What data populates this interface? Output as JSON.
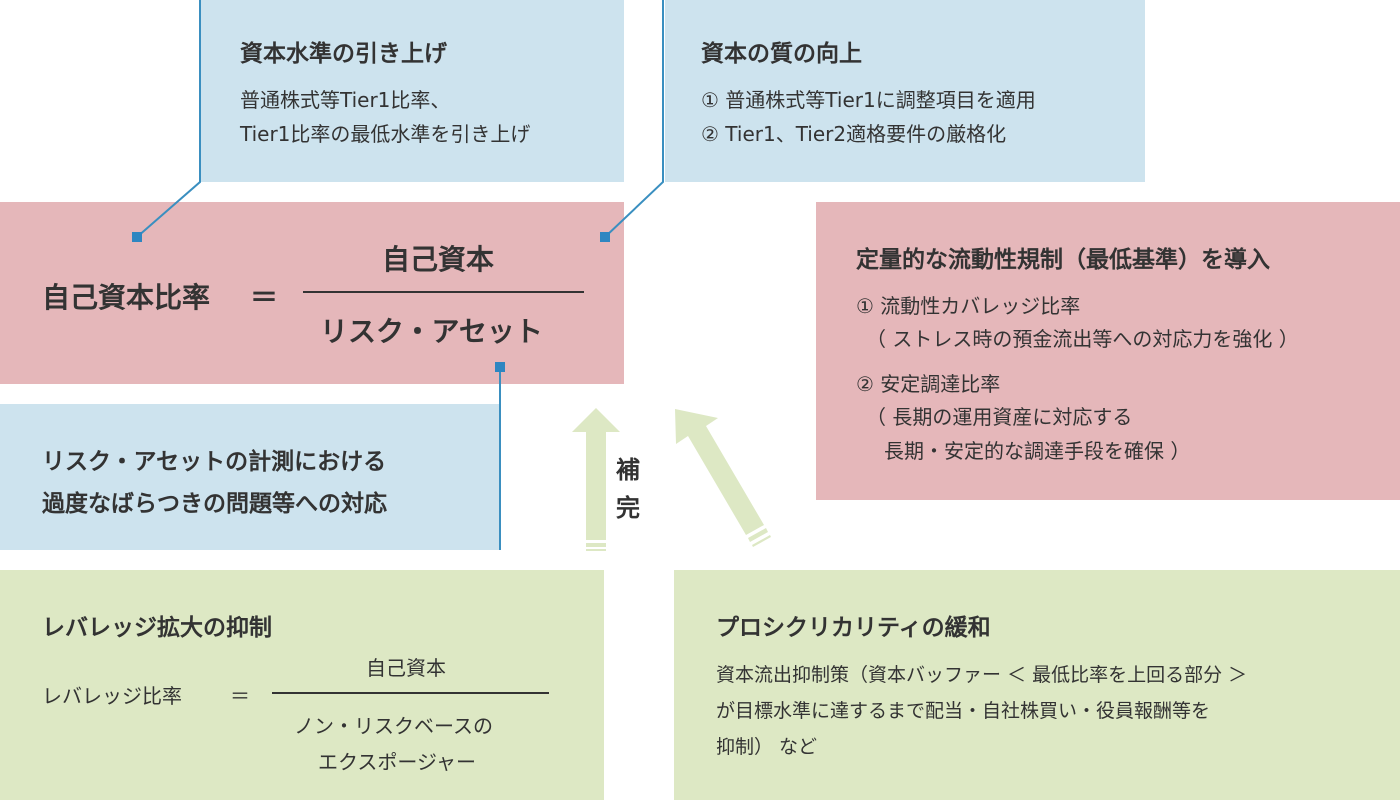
{
  "top_left": {
    "title": "資本水準の引き上げ",
    "line1": "普通株式等Tier1比率、",
    "line2": "Tier1比率の最低水準を引き上げ"
  },
  "top_right": {
    "title": "資本の質の向上",
    "line1": "① 普通株式等Tier1に調整項目を適用",
    "line2": "② Tier1、Tier2適格要件の厳格化"
  },
  "capital_ratio": {
    "label": "自己資本比率",
    "equals": "＝",
    "numerator": "自己資本",
    "denominator": "リスク・アセット"
  },
  "liquidity": {
    "title": "定量的な流動性規制（最低基準）を導入",
    "item1": "① 流動性カバレッジ比率",
    "item1_note": "（ ストレス時の預金流出等への対応力を強化 ）",
    "item2": "② 安定調達比率",
    "item2_note1": "（ 長期の運用資産に対応する",
    "item2_note2": "長期・安定的な調達手段を確保 ）"
  },
  "risk_asset": {
    "line1": "リスク・アセットの計測における",
    "line2": "過度なばらつきの問題等への対応"
  },
  "supplement": {
    "char1": "補",
    "char2": "完"
  },
  "leverage": {
    "title": "レバレッジ拡大の抑制",
    "label": "レバレッジ比率",
    "equals": "＝",
    "numerator": "自己資本",
    "denominator1": "ノン・リスクベースの",
    "denominator2": "エクスポージャー"
  },
  "procyclicality": {
    "title": "プロシクリカリティの緩和",
    "line1": "資本流出抑制策（資本バッファー ＜ 最低比率を上回る部分 ＞",
    "line2": "が目標水準に達するまで配当・自社株買い・役員報酬等を",
    "line3": "抑制） など"
  },
  "colors": {
    "blue_box": "#cde3ee",
    "pink_box": "#e5b7ba",
    "green_box": "#dde8c4",
    "arrow": "#dde8c4",
    "connector": "#3a8fc0"
  }
}
